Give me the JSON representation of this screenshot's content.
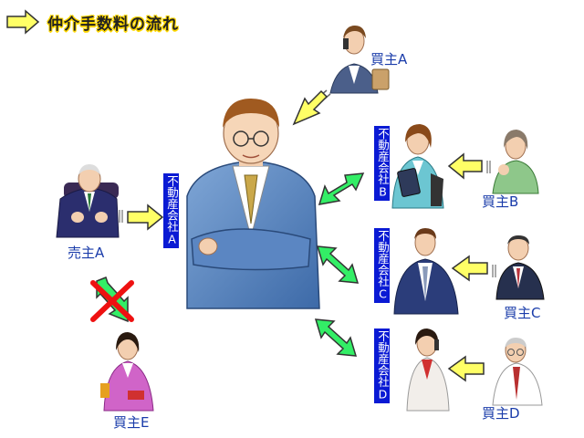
{
  "title": "仲介手数料の流れ",
  "seller": {
    "label": "売主A"
  },
  "agencies": [
    {
      "id": "A",
      "label": "不動産会社A"
    },
    {
      "id": "B",
      "label": "不動産会社B"
    },
    {
      "id": "C",
      "label": "不動産会社C"
    },
    {
      "id": "D",
      "label": "不動産会社D"
    }
  ],
  "buyers": [
    {
      "id": "A",
      "label": "買主A"
    },
    {
      "id": "B",
      "label": "買主B"
    },
    {
      "id": "C",
      "label": "買主C"
    },
    {
      "id": "D",
      "label": "買主D"
    },
    {
      "id": "E",
      "label": "買主E"
    }
  ],
  "colors": {
    "yellow_arrow": "#ffff66",
    "green_arrow": "#33ee66",
    "agency_box": "#0a1ad4",
    "label_text": "#1a3caa",
    "cross": "#ee1111"
  }
}
